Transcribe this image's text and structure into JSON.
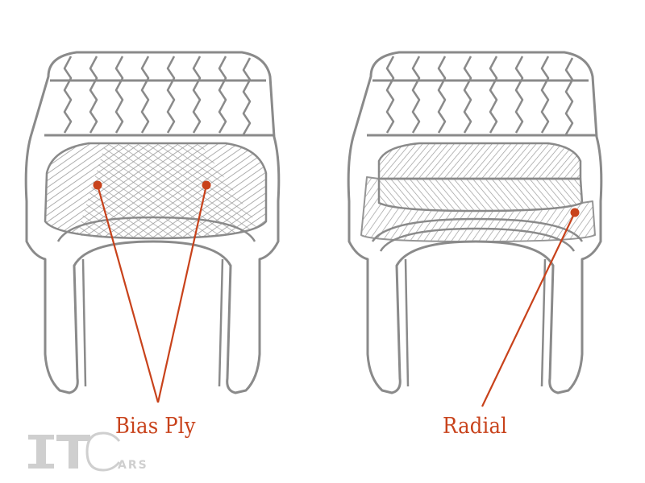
{
  "colors": {
    "outline": "#8a8a8a",
    "hatch": "#9a9a9a",
    "accent": "#c8421b",
    "background": "#ffffff",
    "watermark": "#cfcfcf"
  },
  "labels": {
    "bias_ply": "Bias Ply",
    "radial": "Radial"
  },
  "watermark": {
    "text": "ITCars"
  }
}
